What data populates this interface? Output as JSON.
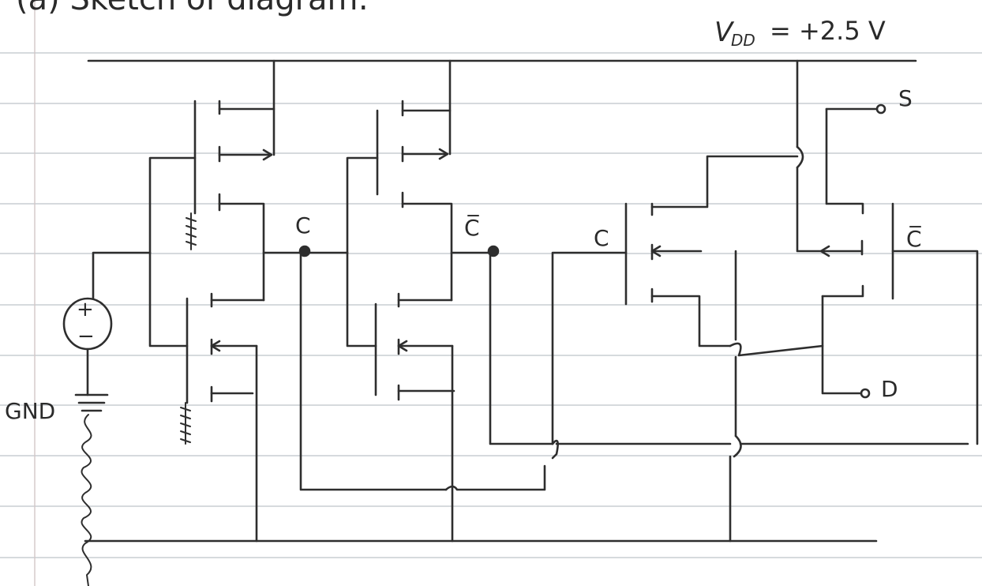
{
  "sheet": {
    "heading": "(a) Sketch of diagram:",
    "supply_label": "V",
    "supply_subscript": "DD",
    "supply_value": "= +2.5 V",
    "ground_label": "GND",
    "source_plus": "+",
    "source_minus": "−",
    "node_c1": "C",
    "node_cbar1": "C̅",
    "node_c2": "C",
    "node_cbar2": "C̅",
    "terminal_s": "S",
    "terminal_d": "D"
  },
  "colors": {
    "ink": "#2e2e2e",
    "ruled_line": "#c9ced2",
    "margin_line": "#d2c7c7",
    "paper": "#ffffff"
  }
}
